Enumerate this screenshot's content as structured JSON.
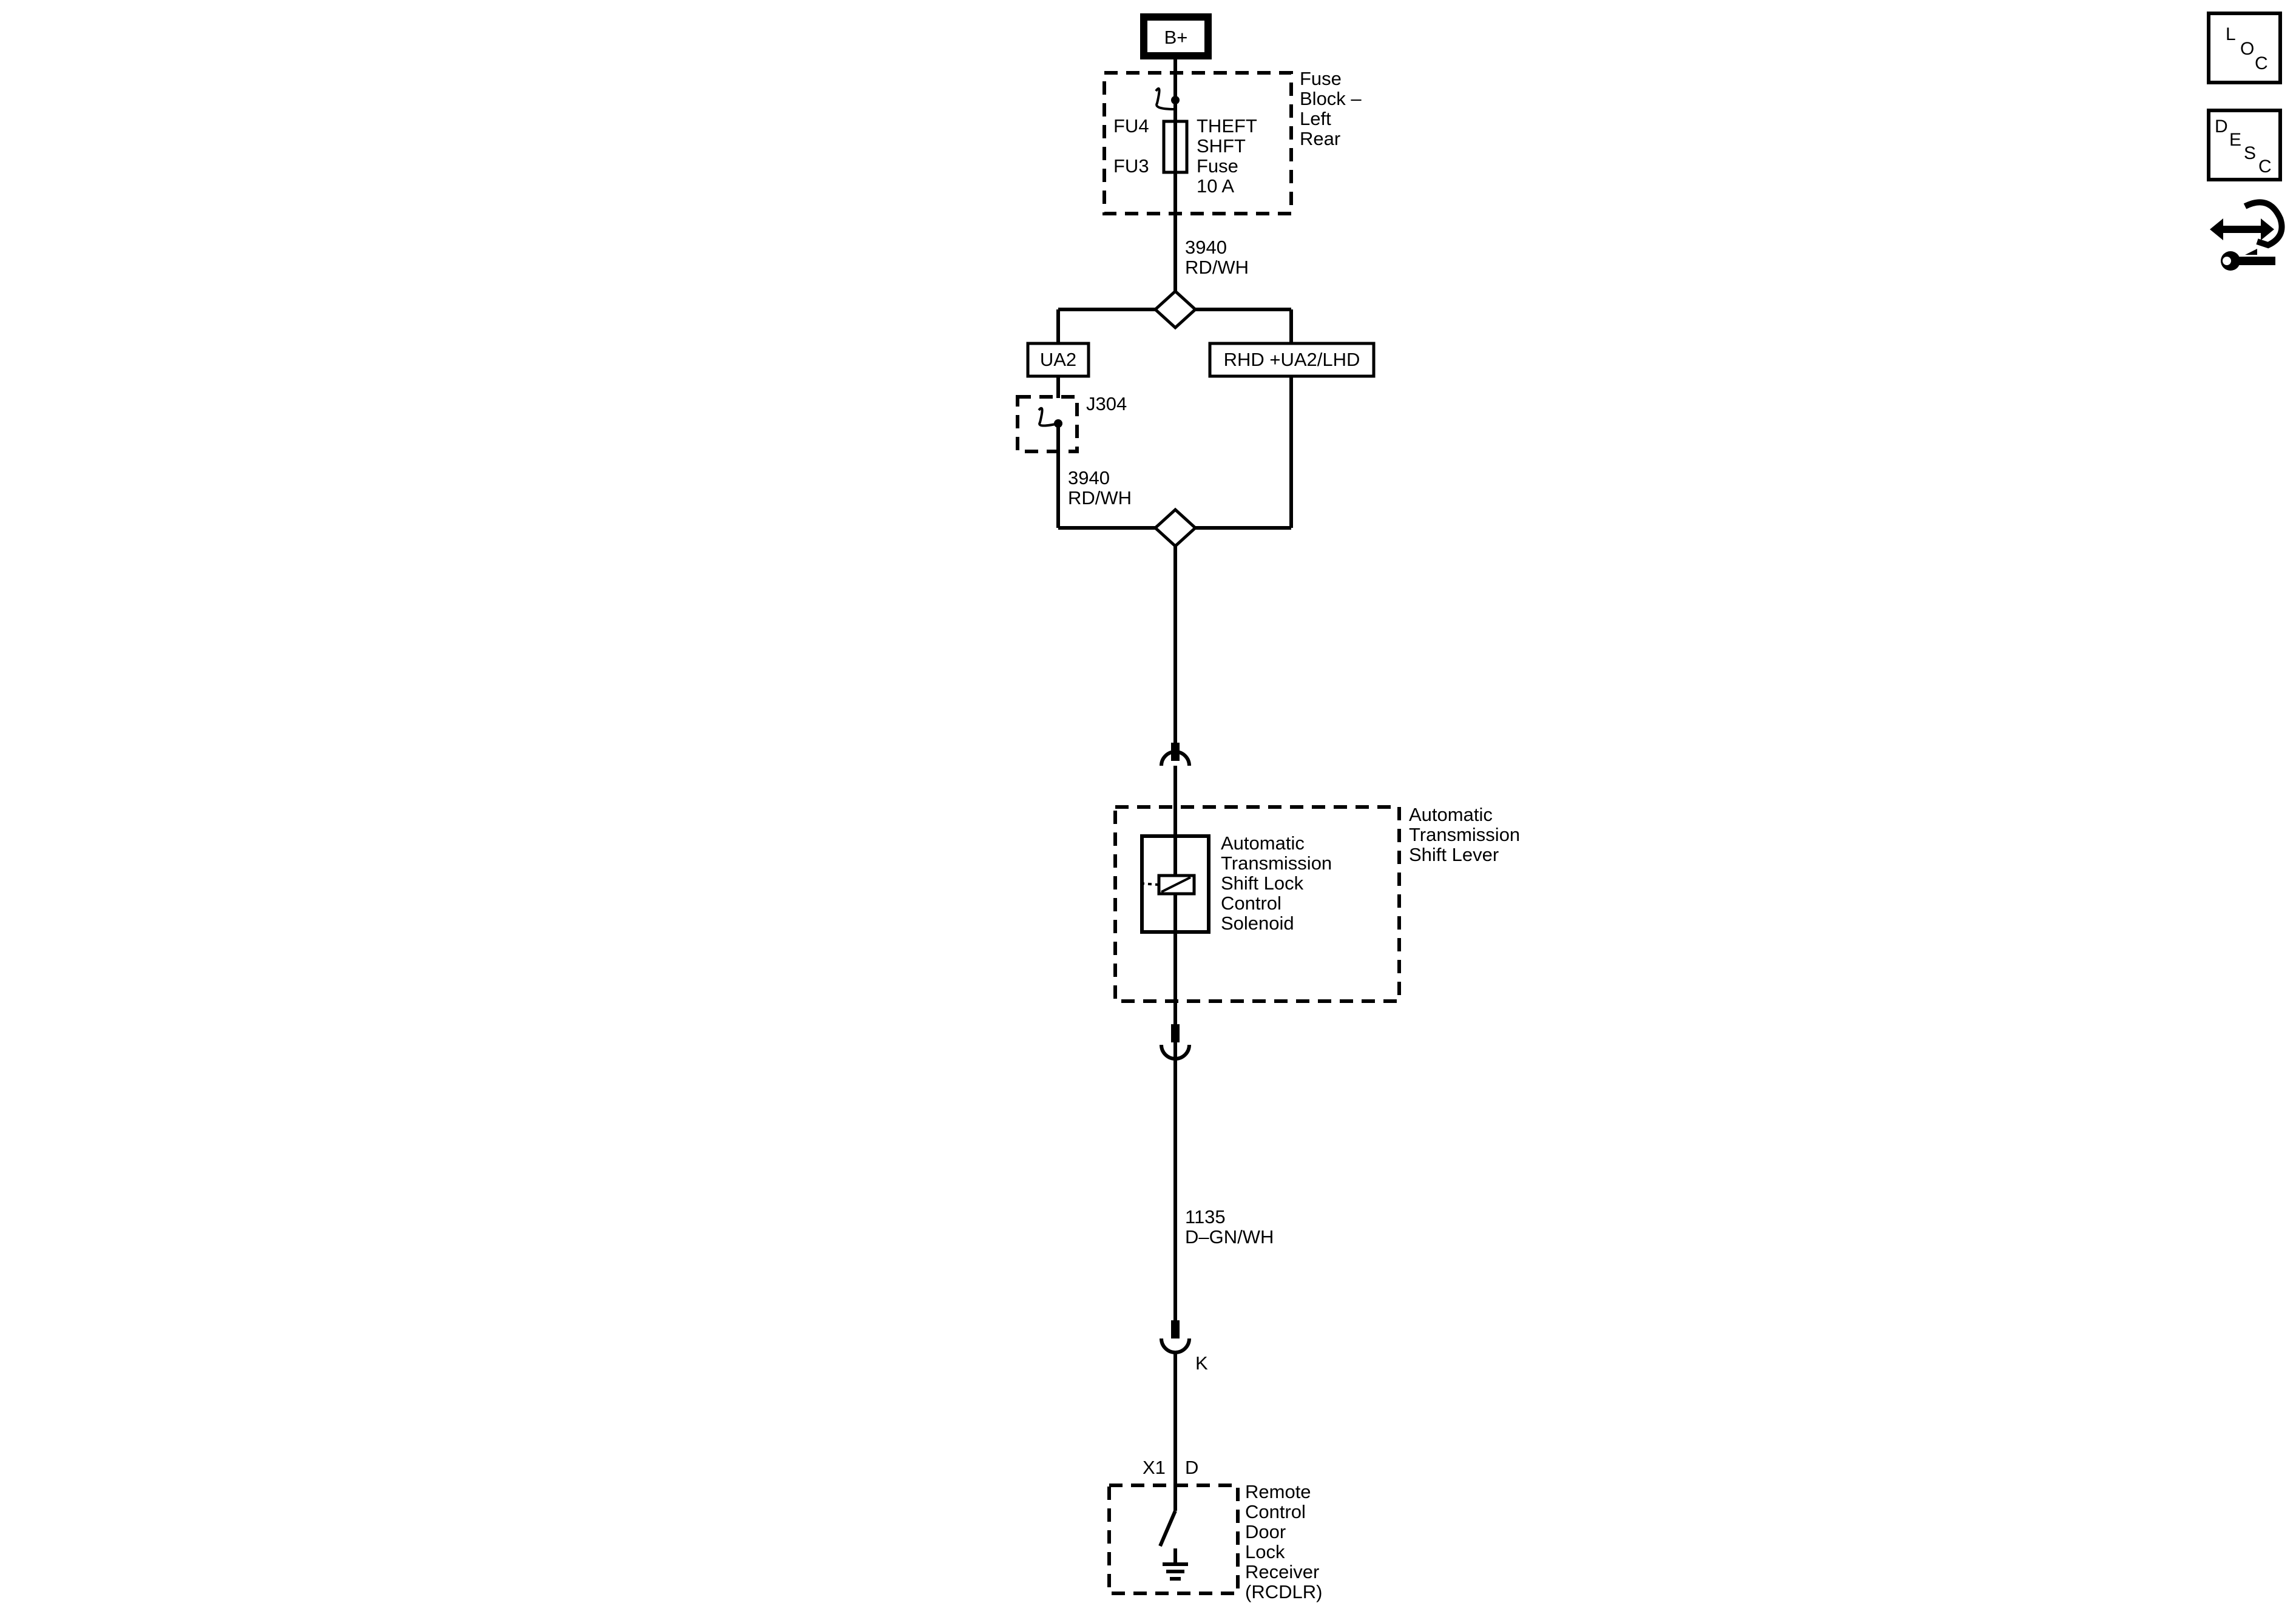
{
  "supply": {
    "label": "B+"
  },
  "fuse_block": {
    "cavity_top": "FU4",
    "cavity_bottom": "FU3",
    "fuse_lines": [
      "THEFT",
      "SHFT",
      "Fuse",
      "10 A"
    ],
    "name_lines": [
      "Fuse",
      "Block –",
      "Left",
      "Rear"
    ]
  },
  "wire_top": {
    "circuit": "3940",
    "color": "RD/WH"
  },
  "options": {
    "left": "UA2",
    "right": "RHD +UA2/LHD"
  },
  "jumper": {
    "label": "J304"
  },
  "wire_mid": {
    "circuit": "3940",
    "color": "RD/WH"
  },
  "shift_lever": {
    "name_lines": [
      "Automatic",
      "Transmission",
      "Shift Lever"
    ]
  },
  "solenoid": {
    "name_lines": [
      "Automatic",
      "Transmission",
      "Shift Lock",
      "Control",
      "Solenoid"
    ]
  },
  "wire_bottom": {
    "circuit": "1135",
    "color": "D–GN/WH"
  },
  "connector_k": {
    "pin": "K"
  },
  "rcdlr": {
    "connector": "X1",
    "pin": "D",
    "name_lines": [
      "Remote",
      "Control",
      "Door",
      "Lock",
      "Receiver",
      "(RCDLR)"
    ]
  },
  "side_icons": {
    "loc": {
      "letters": [
        "L",
        "O",
        "C"
      ],
      "icon": "location-icon"
    },
    "desc": {
      "letters": [
        "D",
        "E",
        "S",
        "C"
      ],
      "icon": "description-icon"
    },
    "tool": {
      "icon": "service-arrows-wrench-icon"
    }
  }
}
